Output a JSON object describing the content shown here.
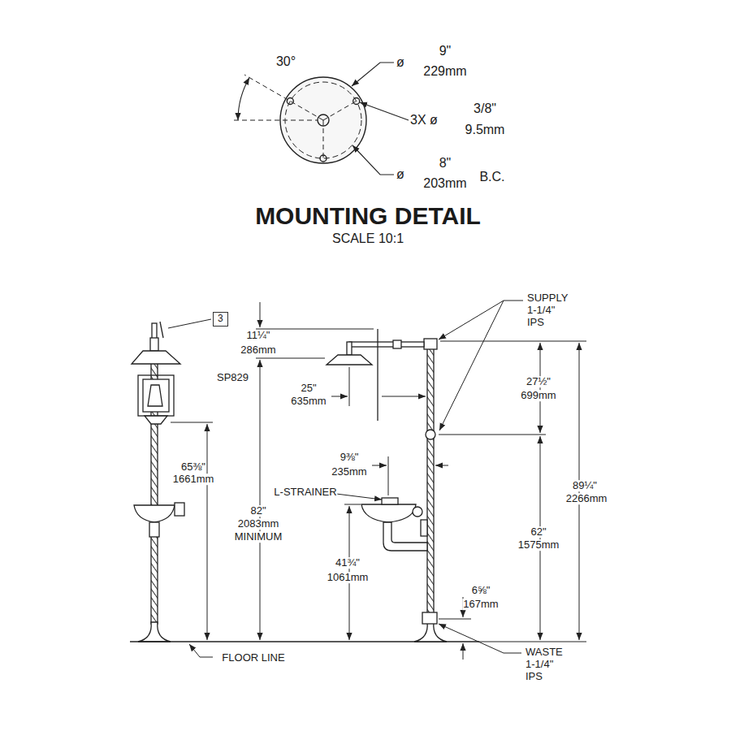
{
  "diagram": {
    "title": "MOUNTING DETAIL",
    "nodes": [
      {
        "text": [
          "3"
        ]
      }
    ],
    "labels": [
      "30°",
      "ø",
      "9\"",
      "229mm",
      "3X ø",
      "3/8\"",
      "9.5mm",
      "ø",
      "8\"",
      "203mm",
      "B.C.",
      "SCALE 10:1",
      "SP829",
      "65⅜\"",
      "1661mm",
      "11¼\"",
      "286mm",
      "25\"",
      "635mm",
      "9⅜\"",
      "235mm",
      "L-STRAINER",
      "82\"",
      "2083mm",
      "MINIMUM",
      "41¾\"",
      "1061mm",
      "SUPPLY 1-1/4\" IPS",
      "27½\"",
      "699mm",
      "62\"",
      "1575mm",
      "89¼\"",
      "2266mm",
      "6⅝\"",
      "167mm",
      "WASTE 1-1/4\" IPS",
      "FLOOR LINE"
    ]
  }
}
